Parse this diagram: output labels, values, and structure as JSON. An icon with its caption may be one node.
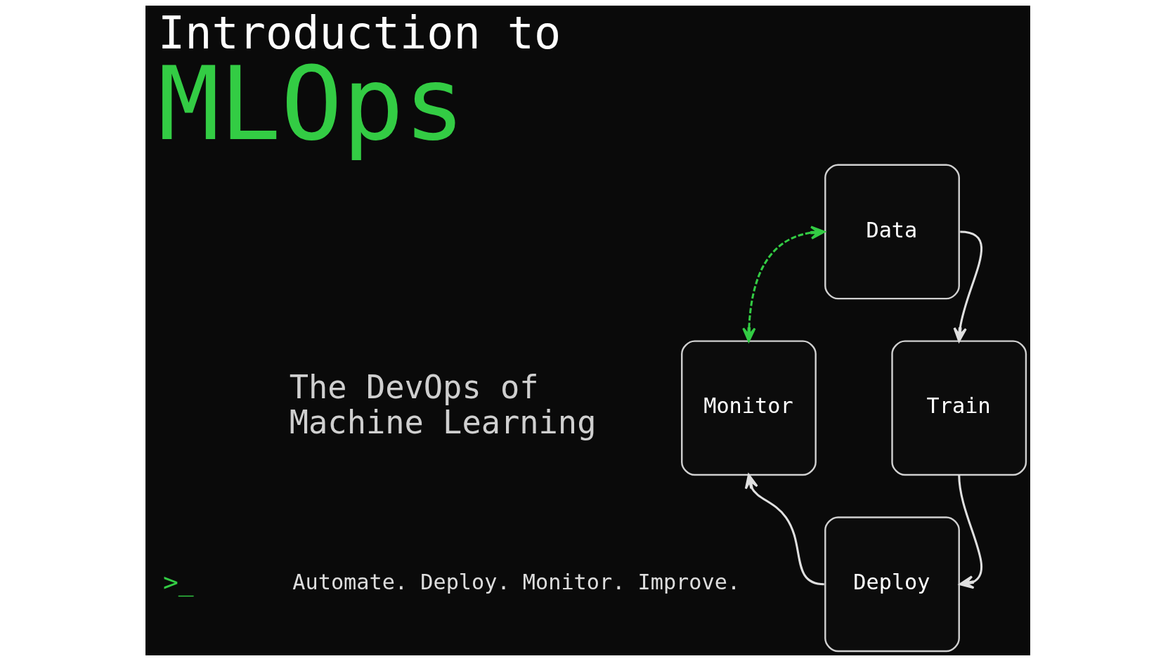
{
  "diagram": {
    "title": "Introduction to MLOps",
    "nodes": [
      {
        "text": [
          "Data"
        ]
      },
      {
        "text": [
          "Monitor"
        ]
      },
      {
        "text": [
          "Train"
        ]
      },
      {
        "text": [
          "Deploy"
        ]
      }
    ],
    "edges": [
      {
        "from": 0,
        "to": 2,
        "arrow": "to"
      },
      {
        "from": 2,
        "to": 3,
        "arrow": "to"
      },
      {
        "from": 3,
        "to": 1,
        "arrow": "to"
      },
      {
        "from": 1,
        "to": 0,
        "arrow": "both",
        "style": "dashed",
        "color": "#33cc44"
      }
    ],
    "labels": [
      "The DevOps of Machine Learning",
      ">_",
      "Automate. Deploy. Monitor. Improve."
    ]
  }
}
